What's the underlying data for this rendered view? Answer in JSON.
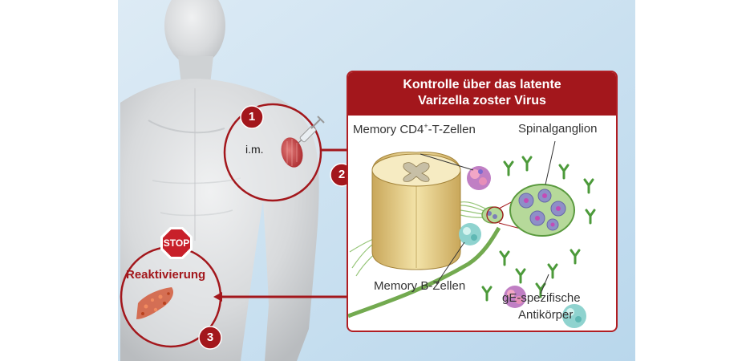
{
  "panel": {
    "title_line1": "Kontrolle über das latente",
    "title_line2": "Varizella zoster Virus"
  },
  "labels": {
    "memory_cd4_prefix": "Memory CD4",
    "memory_cd4_sup": "+",
    "memory_cd4_suffix": "-T-Zellen",
    "spinalganglion": "Spinalganglion",
    "memory_b": "Memory B-Zellen",
    "antibody_line1": "gE-spezifische",
    "antibody_line2": "Antikörper",
    "injection": "i.m.",
    "reactivation": "Reaktivierung",
    "stop_sign": "STOP"
  },
  "steps": [
    "1",
    "2",
    "3"
  ],
  "colors": {
    "accent_red": "#a3171c",
    "background_blue": "#c7dff0",
    "antibody_green": "#4c9a3a",
    "skin_gray": "#d3d5d7"
  },
  "icons": [
    "stop-sign-icon",
    "syringe-icon",
    "muscle-icon",
    "spinal-cord-icon",
    "t-cell-icon",
    "b-cell-icon",
    "antibody-icon",
    "virus-icon"
  ]
}
